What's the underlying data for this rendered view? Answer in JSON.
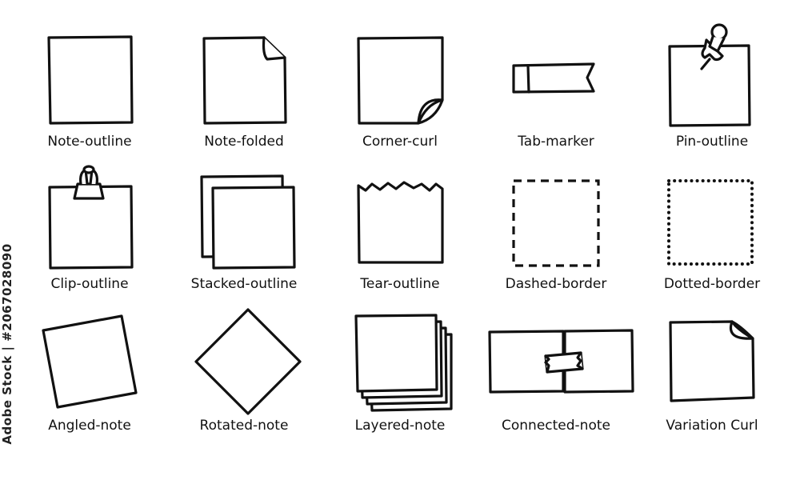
{
  "icons": [
    {
      "label": "Note-outline",
      "icon": "note-outline-icon"
    },
    {
      "label": "Note-folded",
      "icon": "note-folded-icon"
    },
    {
      "label": "Corner-curl",
      "icon": "corner-curl-icon"
    },
    {
      "label": "Tab-marker",
      "icon": "tab-marker-icon"
    },
    {
      "label": "Pin-outline",
      "icon": "pin-outline-icon"
    },
    {
      "label": "Clip-outline",
      "icon": "clip-outline-icon"
    },
    {
      "label": "Stacked-outline",
      "icon": "stacked-outline-icon"
    },
    {
      "label": "Tear-outline",
      "icon": "tear-outline-icon"
    },
    {
      "label": "Dashed-border",
      "icon": "dashed-border-icon"
    },
    {
      "label": "Dotted-border",
      "icon": "dotted-border-icon"
    },
    {
      "label": "Angled-note",
      "icon": "angled-note-icon"
    },
    {
      "label": "Rotated-note",
      "icon": "rotated-note-icon"
    },
    {
      "label": "Layered-note",
      "icon": "layered-note-icon"
    },
    {
      "label": "Connected-note",
      "icon": "connected-note-icon"
    },
    {
      "label": "Variation Curl",
      "icon": "variation-curl-icon"
    }
  ],
  "stock_id": "Adobe Stock | #2067028090",
  "colors": {
    "stroke": "#111111",
    "background": "#ffffff"
  }
}
